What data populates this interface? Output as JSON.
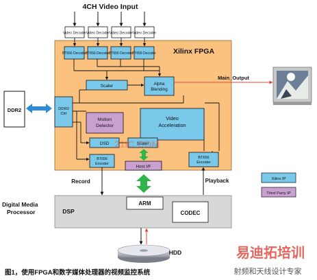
{
  "title": "4CH Video Input",
  "fpga_label": "Xilinx FPGA",
  "video_decoder": "Video Decoder",
  "bt656_decoder": "BT656 Decoder",
  "scaler": "Scaler",
  "alpha_blending": "Alpha Blending",
  "main_output": "Main_Output",
  "ddr2": "DDR2",
  "ddr2_ctrl": "DDR2 Ctrl",
  "motion_detector": "Motion Detector",
  "video_acceleration": "Video Acceleration",
  "osd": "OSD",
  "scaler_small": "Scaler",
  "bt656_encoder": "BT656 Encoder",
  "host_if": "Host I/F",
  "record": "Record",
  "playback": "Playback",
  "digital_media_processor": "Digital Media Processor",
  "dsp": "DSP",
  "arm": "ARM",
  "codec": "CODEC",
  "hdd": "HDD",
  "legend_xilinx": "Xilinx IP",
  "legend_third_party": "Third Party IP",
  "watermark_1": "21IC.COM",
  "watermark_brand": "易迪拓培训",
  "watermark_sub": "射频和天线设计专家",
  "caption": "图1，使用FPGA和数字媒体处理器的视频监控系统",
  "colors": {
    "fpga": "#fbc27f",
    "xilinx_ip": "#7ac8ea",
    "third_party_ip": "#c9a1d0",
    "dmp": "#d8d8d8",
    "arrow_green": "#2fb44a",
    "arrow_blue": "#2d8ad8",
    "output_red": "#e04a3a"
  }
}
